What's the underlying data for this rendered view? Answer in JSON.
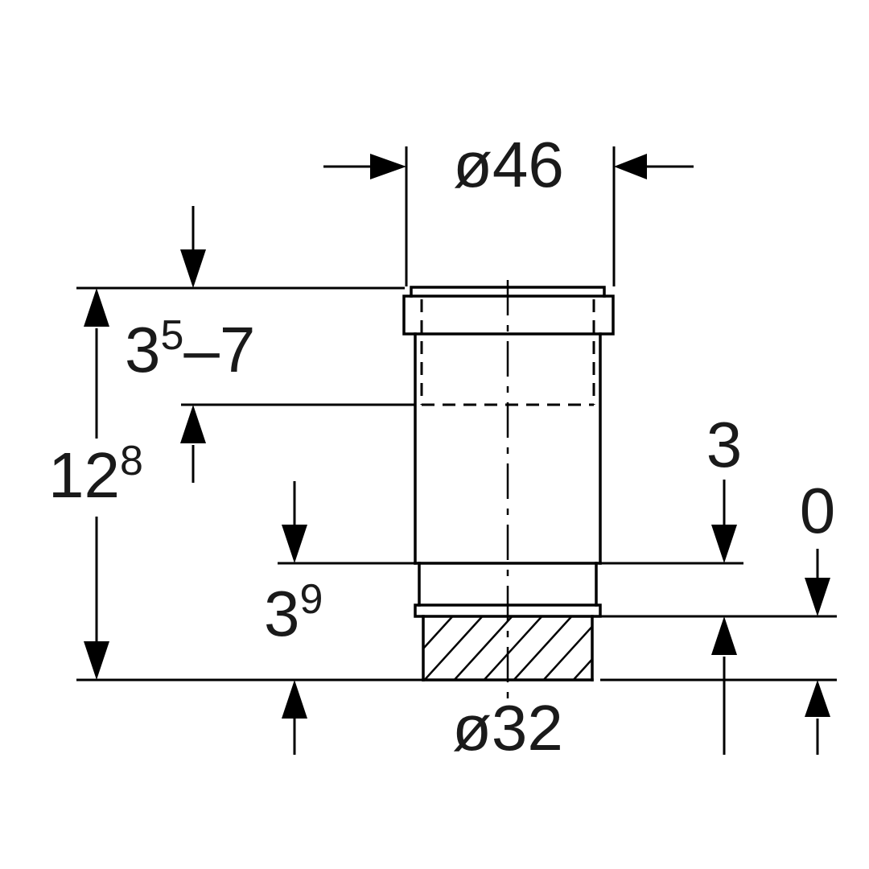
{
  "drawing": {
    "background": "#ffffff",
    "line_color": "#000000",
    "text_color": "#1a1a1a",
    "dimensions": {
      "top_diameter": {
        "label": "ø46"
      },
      "bottom_diameter": {
        "label": "ø32"
      },
      "overall_height": {
        "value": "12",
        "sup": "8"
      },
      "insertion_depth": {
        "value": "3",
        "sup": "5",
        "suffix": "–7"
      },
      "spigot_length": {
        "value": "3",
        "sup": "9"
      },
      "ridge_offset": {
        "value": "3"
      },
      "datum": {
        "value": "0"
      }
    }
  }
}
